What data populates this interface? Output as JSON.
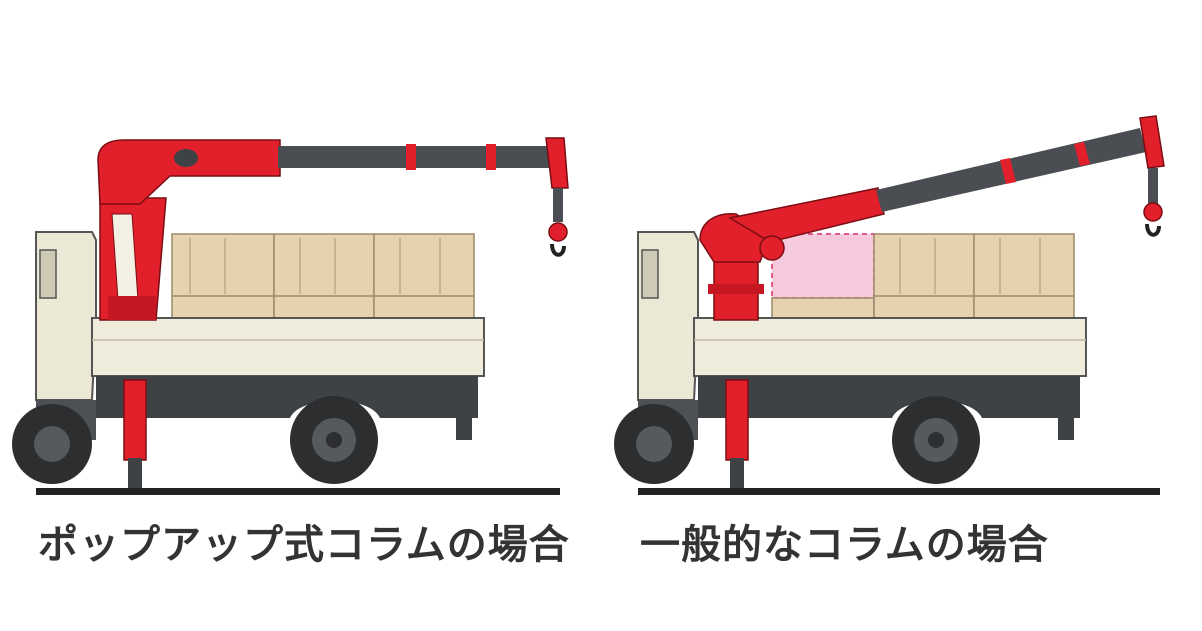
{
  "captions": {
    "left": "ポップアップ式コラムの場合",
    "right": "一般的なコラムの場合"
  },
  "colors": {
    "crane_red": "#e2202c",
    "boom_gray": "#4a4d52",
    "deck_cream": "#f0ecdc",
    "cargo_tan": "#e3cfab",
    "highlight_pink": "#f6c9dc",
    "highlight_border": "#e25a8a",
    "chassis": "#3f4245",
    "ground": "#222222"
  },
  "illustrations": {
    "left": {
      "name": "truck-popup-column"
    },
    "right": {
      "name": "truck-standard-column"
    }
  }
}
